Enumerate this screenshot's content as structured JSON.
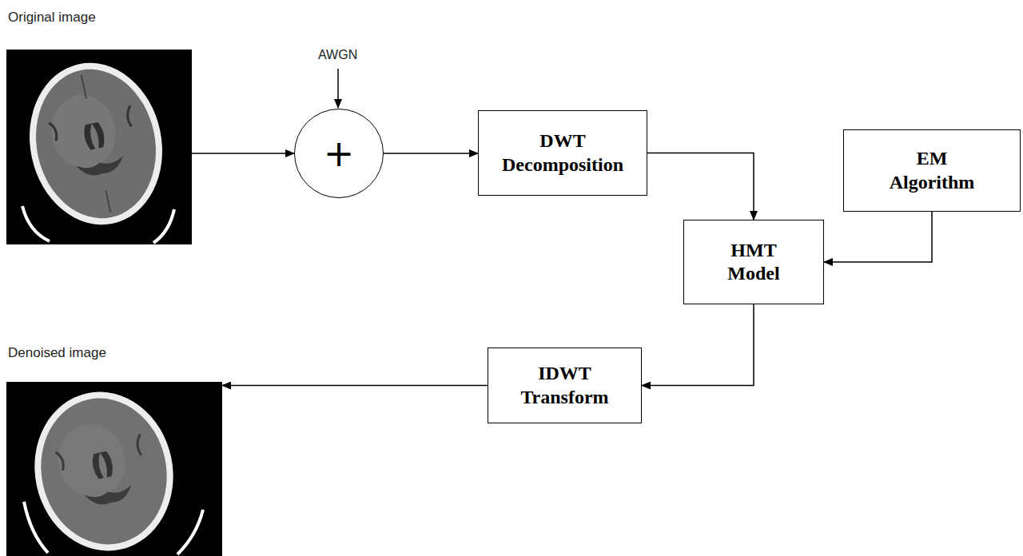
{
  "diagram": {
    "nodes": [
      {
        "text": [
          "Original image"
        ]
      },
      {
        "text": [
          "+"
        ]
      },
      {
        "text": [
          "DWT Decomposition"
        ]
      },
      {
        "text": [
          "EM Algorithm"
        ]
      },
      {
        "text": [
          "HMT Model"
        ]
      },
      {
        "text": [
          "IDWT Transform"
        ]
      },
      {
        "text": [
          "Denoised image"
        ]
      }
    ],
    "edges": [
      {
        "from": 0,
        "to": 1,
        "arrow": "to"
      },
      {
        "from": 1,
        "to": 2,
        "arrow": "to"
      },
      {
        "from": 2,
        "to": 4,
        "arrow": "to"
      },
      {
        "from": 3,
        "to": 4,
        "arrow": "to"
      },
      {
        "from": 4,
        "to": 5,
        "arrow": "to"
      },
      {
        "from": 5,
        "to": 6,
        "arrow": "to"
      }
    ],
    "labels": [
      "AWGN"
    ]
  }
}
